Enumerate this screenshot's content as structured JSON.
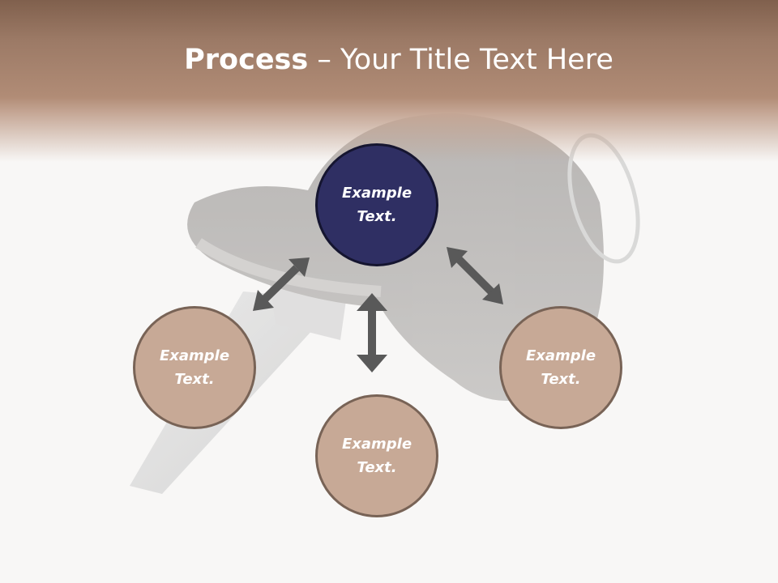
{
  "slide": {
    "title_bold": "Process",
    "title_rest": " – Your Title Text Here"
  },
  "diagram": {
    "nodes": [
      {
        "id": "top",
        "line1": "Example",
        "line2": "Text.",
        "fill": "#2f2f63"
      },
      {
        "id": "left",
        "line1": "Example",
        "line2": "Text.",
        "fill": "#c7a996"
      },
      {
        "id": "bottom",
        "line1": "Example",
        "line2": "Text.",
        "fill": "#c7a996"
      },
      {
        "id": "right",
        "line1": "Example",
        "line2": "Text.",
        "fill": "#c7a996"
      }
    ],
    "connectors": [
      "double-arrow-top-left",
      "double-arrow-vertical",
      "double-arrow-top-right"
    ],
    "arrow_color": "#595959"
  },
  "theme": {
    "header_color": "#9c7a66",
    "circle_border": "#786356"
  }
}
